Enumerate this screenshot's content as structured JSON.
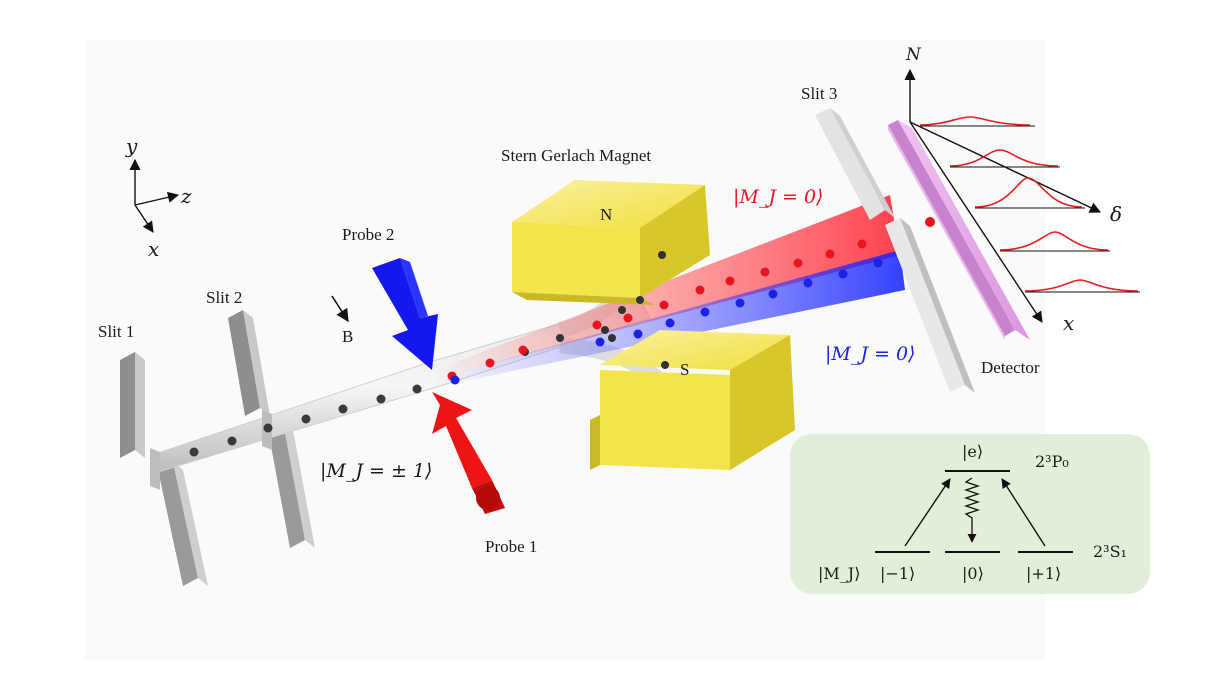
{
  "axes": {
    "x": "x",
    "y": "y",
    "z": "z"
  },
  "labels": {
    "slit1": "Slit 1",
    "slit2": "Slit 2",
    "slit3": "Slit 3",
    "probe1": "Probe 1",
    "probe2": "Probe 2",
    "field": "B",
    "magnet": "Stern Gerlach Magnet",
    "pole_n": "N",
    "pole_s": "S",
    "detector": "Detector"
  },
  "states": {
    "red": "|M_J = 0⟩",
    "blue": "|M_J = 0⟩",
    "initial": "|M_J = ± 1⟩"
  },
  "plot": {
    "ylabel": "N",
    "delta": "δ",
    "xlabel": "x"
  },
  "levels": {
    "excited": "|e⟩",
    "excited_term": "2³P₀",
    "ground_term": "2³S₁",
    "mj": "|M_J⟩",
    "m_minus": "|−1⟩",
    "m_zero": "|0⟩",
    "m_plus": "|+1⟩"
  },
  "colors": {
    "red_beam": "#e8141e",
    "blue_beam": "#1a22e6",
    "magnet": "#f2e44a",
    "detector": "#e4a6e8",
    "panel": "#e2efd8"
  }
}
